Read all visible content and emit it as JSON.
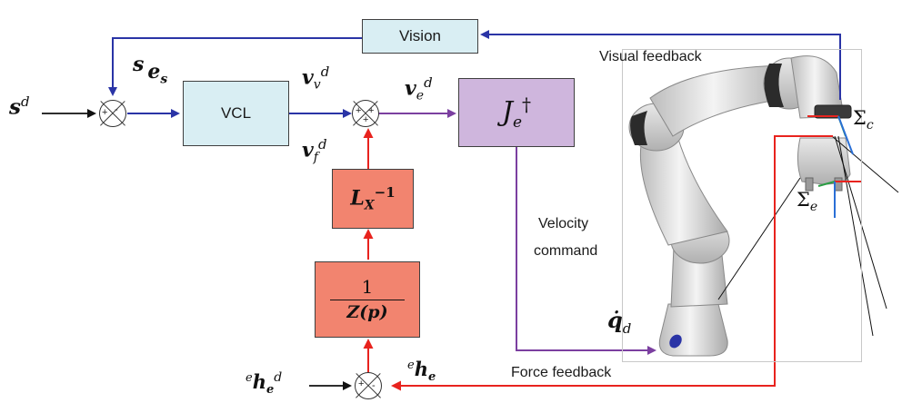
{
  "blocks": {
    "vision": "Vision",
    "vcl": "VCL",
    "jacobian": {
      "base": "J",
      "sub": "e",
      "sup": "†"
    },
    "lx": {
      "base": "L",
      "sub": "X",
      "sup": "−1"
    },
    "impedance": {
      "numerator": "1",
      "denominator": "Z(p)"
    }
  },
  "signals": {
    "s_d": {
      "base": "s",
      "sup": "d"
    },
    "e_s": {
      "pre": "s",
      "base": "e",
      "sub": "s"
    },
    "v_v_d": {
      "base": "v",
      "sub": "v",
      "sup": "d"
    },
    "v_e_d": {
      "base": "v",
      "sub": "e",
      "sup": "d"
    },
    "v_f_d": {
      "base": "v",
      "sub": "f",
      "sup": "d"
    },
    "q_d": {
      "base": "q̇",
      "sub": "d"
    },
    "e_h_e_d": {
      "pre": "e",
      "base": "h",
      "sub": "e",
      "sup": "d"
    },
    "e_h_e": {
      "pre": "e",
      "base": "h",
      "sub": "e"
    }
  },
  "frames": {
    "sigma_c": {
      "base": "Σ",
      "sub": "c"
    },
    "sigma_e": {
      "base": "Σ",
      "sub": "e"
    }
  },
  "annotations": {
    "visual_feedback": "Visual feedback",
    "velocity_command_line1": "Velocity",
    "velocity_command_line2": "command",
    "force_feedback": "Force feedback"
  },
  "signs": {
    "sum1_left": "+",
    "sum1_bottom": "-",
    "sum2_left": "+",
    "sum2_right": "+",
    "sum2_bottom": "+",
    "sum3_left": "+",
    "sum3_right": "-"
  },
  "colors": {
    "blue_path": "#2a34a6",
    "purple_path": "#7b3fa0",
    "red_path": "#e8231e",
    "vision_vcl_fill": "#d9eef3",
    "jacobian_fill": "#cfb6dd",
    "impedance_fill": "#f2846f"
  },
  "icons": [
    "robot-arm-illustration",
    "summing-junction"
  ]
}
